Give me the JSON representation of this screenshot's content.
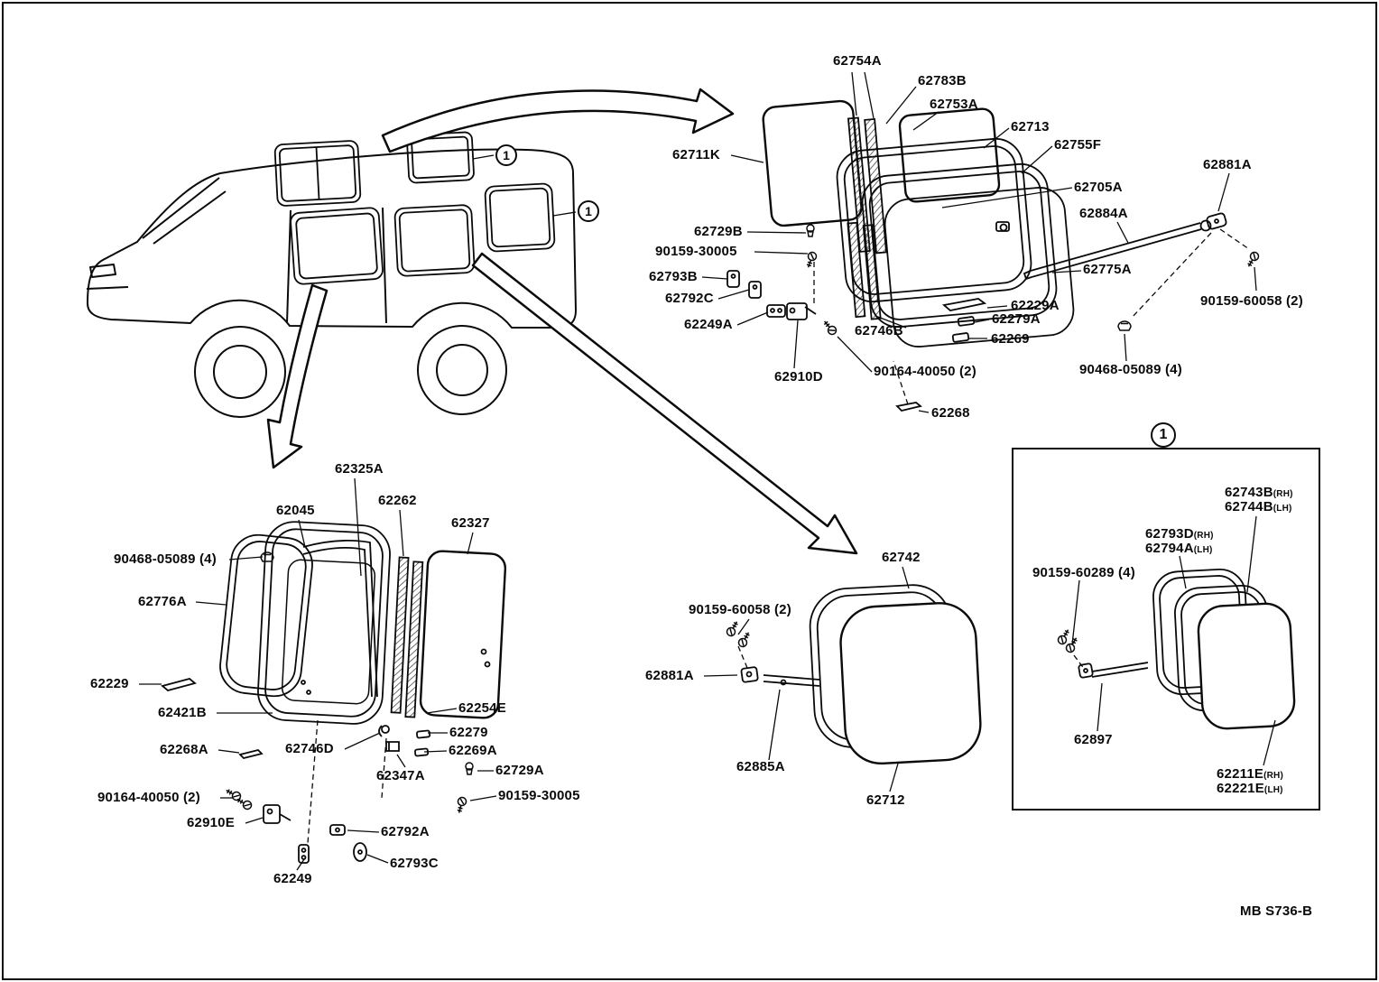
{
  "doc": {
    "footer_code": "MB S736-B"
  },
  "callouts": {
    "one": "1"
  },
  "upper_right": {
    "p62754A": "62754A",
    "p62783B": "62783B",
    "p62753A": "62753A",
    "p62713": "62713",
    "p62755F": "62755F",
    "p62711K": "62711K",
    "p62881A": "62881A",
    "p62705A": "62705A",
    "p62884A": "62884A",
    "p62729B": "62729B",
    "p90159_30005": "90159-30005",
    "p62793B": "62793B",
    "p62775A": "62775A",
    "p62792C": "62792C",
    "p62229A": "62229A",
    "p62249A": "62249A",
    "p62279A": "62279A",
    "p62746B": "62746B",
    "p62269": "62269",
    "p90159_60058": "90159-60058 (2)",
    "p62910D": "62910D",
    "p90164_40050": "90164-40050 (2)",
    "p90468_05089": "90468-05089 (4)",
    "p62268": "62268"
  },
  "lower_left": {
    "p62325A": "62325A",
    "p62262": "62262",
    "p62045": "62045",
    "p62327": "62327",
    "p90468_05089": "90468-05089 (4)",
    "p62776A": "62776A",
    "p62229": "62229",
    "p62421B": "62421B",
    "p62254E": "62254E",
    "p62268A": "62268A",
    "p62746D": "62746D",
    "p62279": "62279",
    "p62269A": "62269A",
    "p62347A": "62347A",
    "p62729A": "62729A",
    "p90164_40050": "90164-40050 (2)",
    "p90159_30005": "90159-30005",
    "p62910E": "62910E",
    "p62792A": "62792A",
    "p62249": "62249",
    "p62793C": "62793C"
  },
  "center": {
    "p62742": "62742",
    "p90159_60058": "90159-60058 (2)",
    "p62881A": "62881A",
    "p62885A": "62885A",
    "p62712": "62712"
  },
  "inset": {
    "p62743B": {
      "text": "62743B",
      "suffix": "(RH)"
    },
    "p62744B": {
      "text": "62744B",
      "suffix": "(LH)"
    },
    "p62793D": {
      "text": "62793D",
      "suffix": "(RH)"
    },
    "p62794A": {
      "text": "62794A",
      "suffix": "(LH)"
    },
    "p90159_60289": "90159-60289 (4)",
    "p62897": "62897",
    "p62211E": {
      "text": "62211E",
      "suffix": "(RH)"
    },
    "p62221E": {
      "text": "62221E",
      "suffix": "(LH)"
    }
  }
}
